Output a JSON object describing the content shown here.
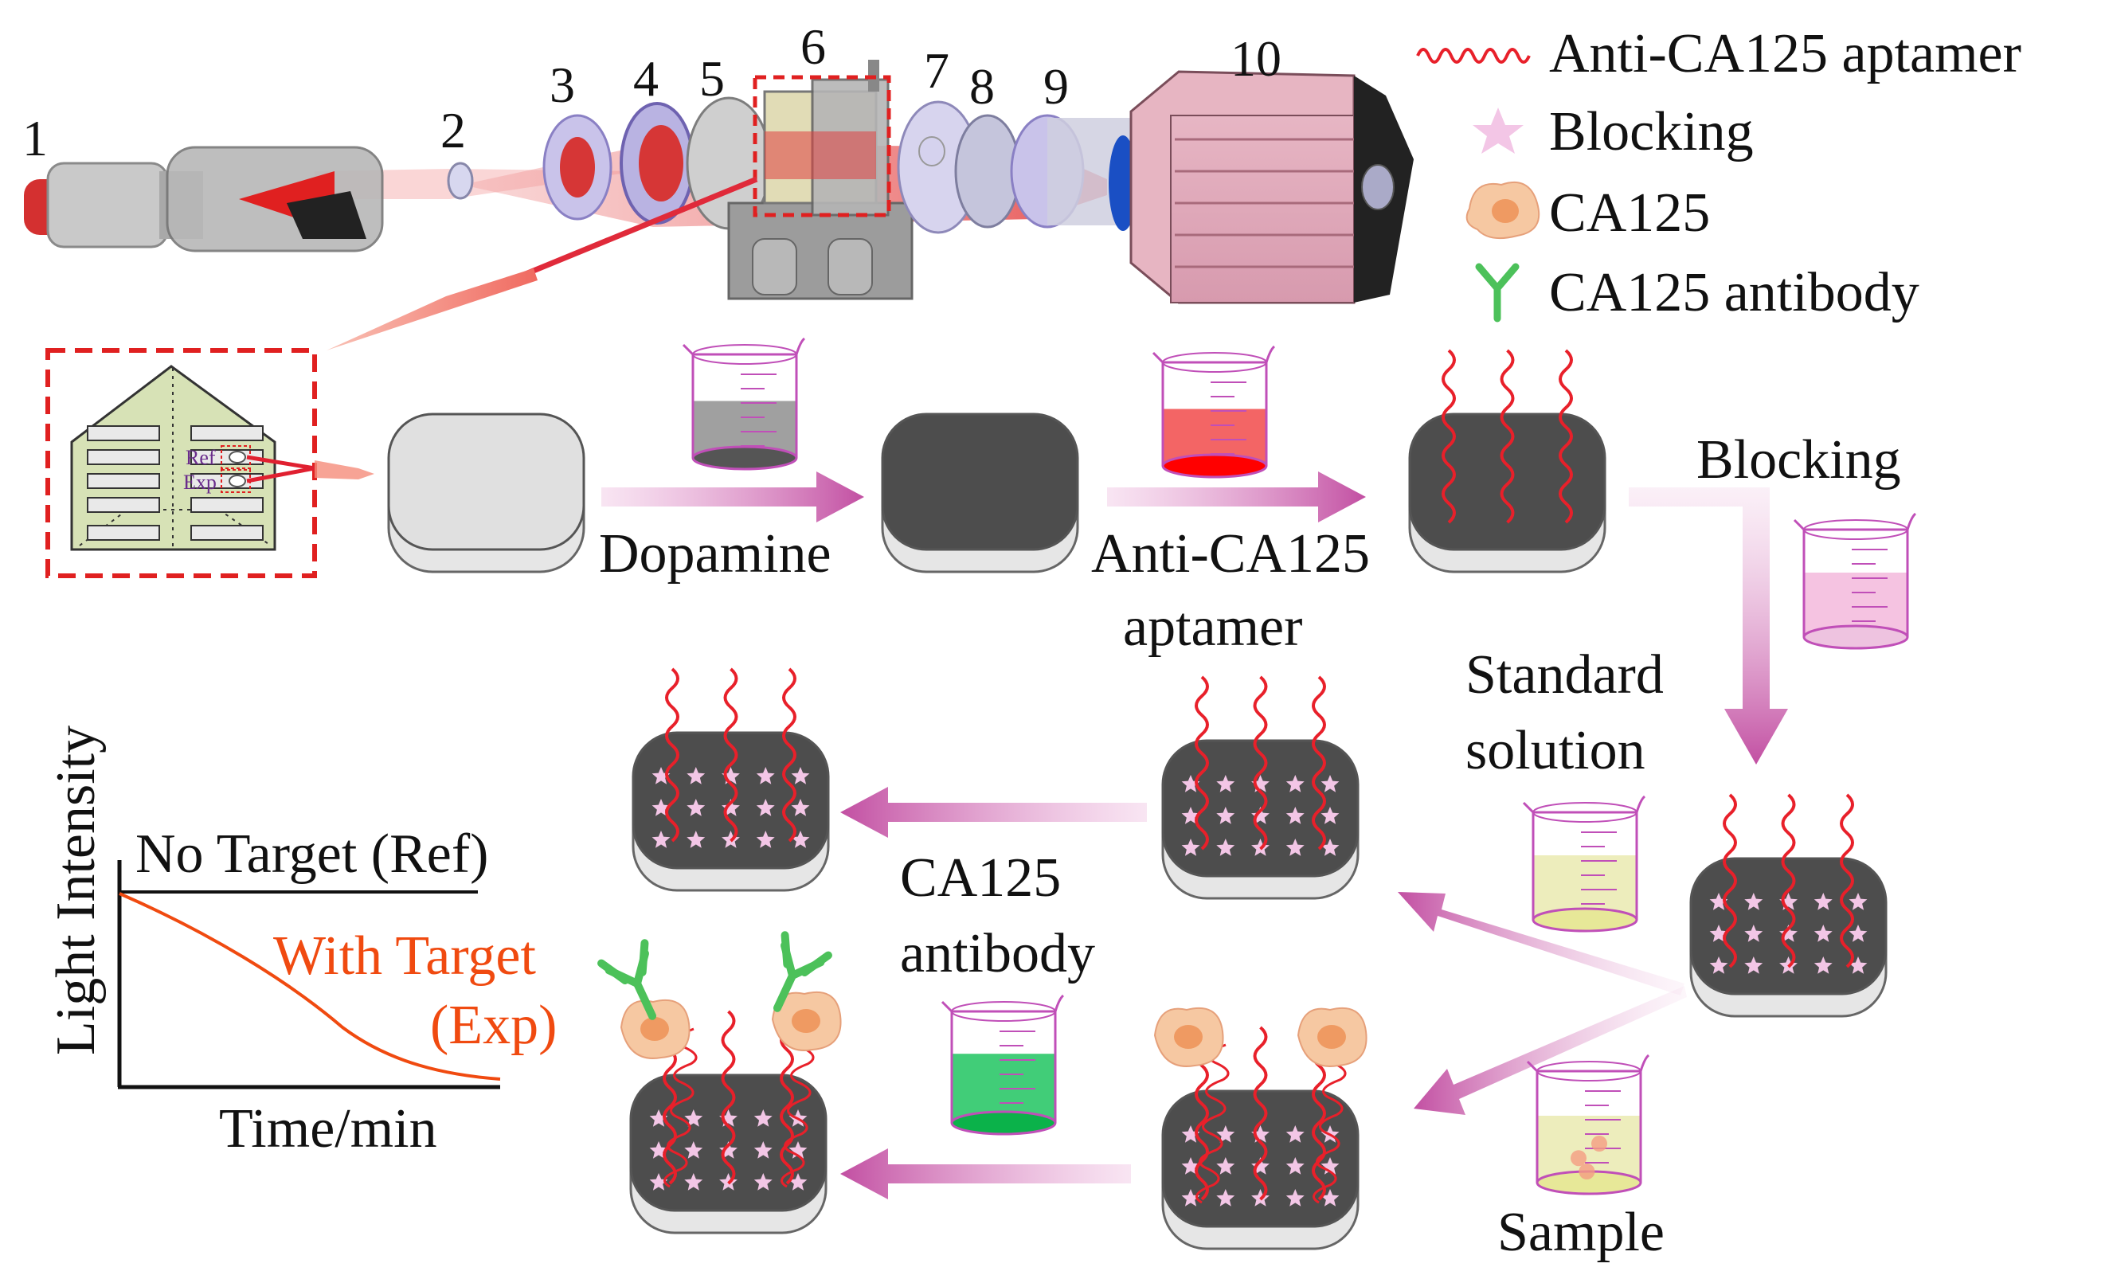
{
  "setup": {
    "numbers": [
      "1",
      "2",
      "3",
      "4",
      "5",
      "6",
      "7",
      "8",
      "9",
      "10"
    ]
  },
  "legend": {
    "aptamer": "Anti-CA125 aptamer",
    "blocking": "Blocking",
    "ca125": "CA125",
    "antibody": "CA125 antibody"
  },
  "chip": {
    "ref_label": "Ref",
    "exp_label": "Exp"
  },
  "steps": {
    "dopamine": "Dopamine",
    "aptamer_line1": "Anti-CA125",
    "aptamer_line2": "aptamer",
    "blocking": "Blocking",
    "standard_line1": "Standard",
    "standard_line2": "solution",
    "sample": "Sample",
    "antibody_line1": "CA125",
    "antibody_line2": "antibody"
  },
  "graph": {
    "ylabel": "Light Intensity",
    "xlabel": "Time/min",
    "ref_label": "No Target (Ref)",
    "exp_line1": "With Target",
    "exp_line2": "(Exp)"
  },
  "colors": {
    "aptamer": "#e8202a",
    "star": "#f3c6e6",
    "chip_dark": "#4d4d4d",
    "arrow": "#c455a6",
    "antibody": "#4cc15a",
    "beaker_outline": "#c04fb8",
    "exp_curve": "#f04a10"
  }
}
